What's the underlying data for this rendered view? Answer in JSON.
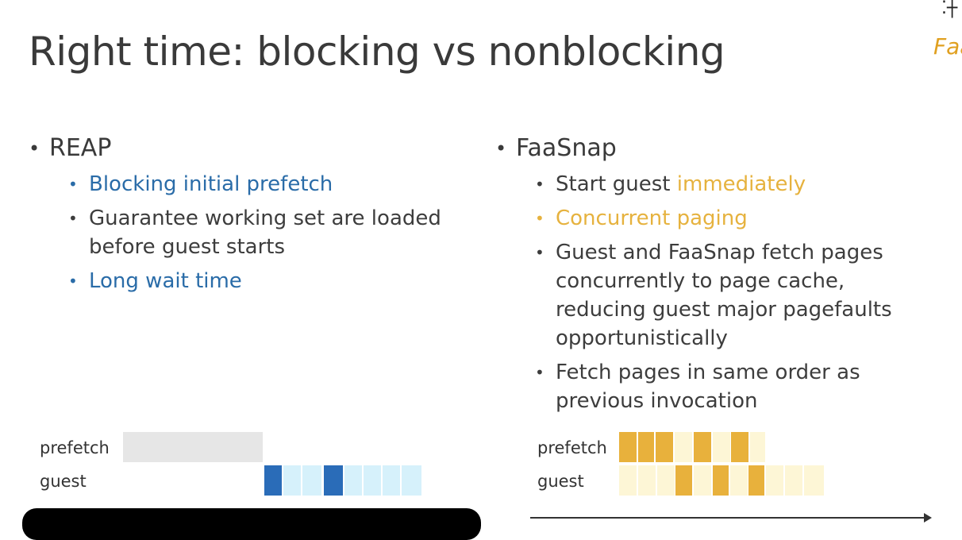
{
  "slide": {
    "title": "Right time: blocking vs nonblocking",
    "logo": {
      "dots": "⁚┼",
      "text": "Faa"
    }
  },
  "reap": {
    "heading": "REAP",
    "bullets": [
      {
        "text": "Blocking initial prefetch",
        "color": "#2a6ca8"
      },
      {
        "text": "Guarantee working set are loaded before guest starts",
        "color": "#3d3d3d"
      },
      {
        "text": "Long wait time",
        "color": "#2a6ca8"
      }
    ],
    "timeline": {
      "prefetch_label": "prefetch",
      "guest_label": "guest",
      "prefetch_color": "#e6e6e6",
      "guest_light_color": "#d6f1fb",
      "guest_dark_color": "#2a6cb8"
    }
  },
  "faasnap": {
    "heading": "FaaSnap",
    "bullets": [
      {
        "prefix": "Start guest ",
        "highlight": "immediately"
      },
      {
        "text": "Concurrent paging",
        "color": "#e6b23e"
      },
      {
        "text": "Guest and FaaSnap fetch pages concurrently to page cache, reducing guest major pagefaults opportunistically"
      },
      {
        "text": "Fetch pages in same order as previous invocation"
      }
    ],
    "timeline": {
      "prefetch_label": "prefetch",
      "guest_label": "guest",
      "dark_color": "#e8b13c",
      "light_color": "#fdf6d6"
    }
  }
}
